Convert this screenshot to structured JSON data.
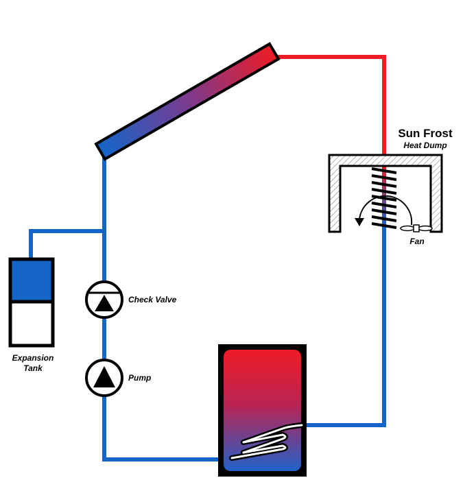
{
  "labels": {
    "brand": "Sun Frost",
    "heat_dump": "Heat Dump",
    "fan": "Fan",
    "check_valve": "Check Valve",
    "pump": "Pump",
    "expansion_line1": "Expansion",
    "expansion_line2": "Tank"
  },
  "colors": {
    "hot": "#ee1c25",
    "cold": "#1565c8",
    "outline": "#000000",
    "insulation": "#cccccc"
  }
}
